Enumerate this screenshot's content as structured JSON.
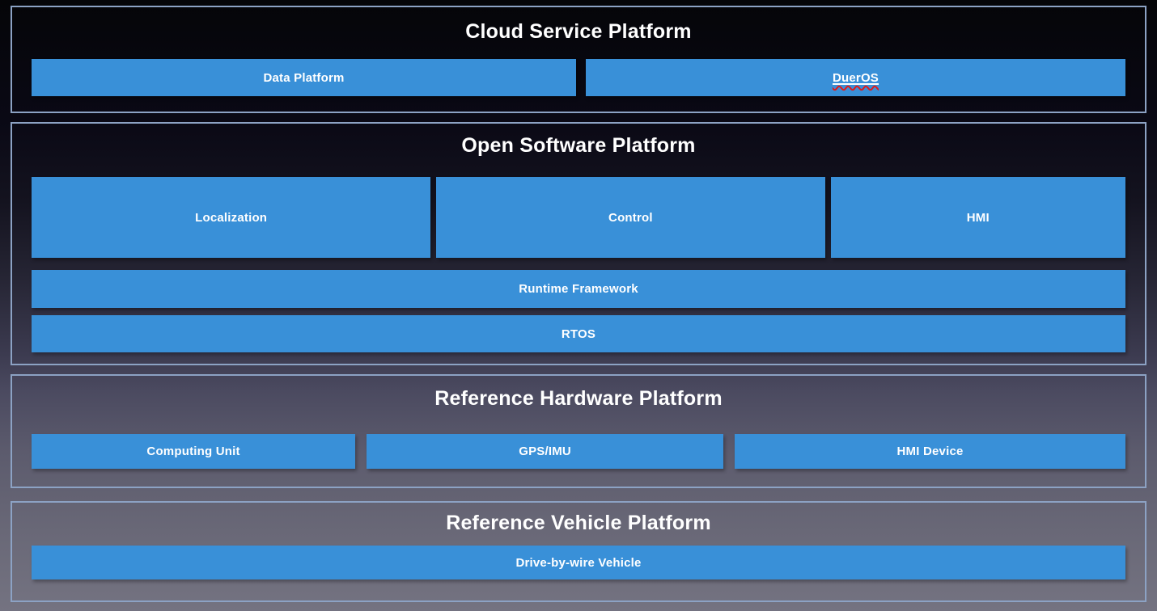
{
  "colors": {
    "box_blue": "#3990d8",
    "section_border": "#8ca2c4",
    "text_white": "#ffffff",
    "spellcheck_red": "#e01b1b"
  },
  "sections": {
    "cloud": {
      "title": "Cloud Service Platform",
      "boxes": {
        "data_platform": "Data Platform",
        "dueros": "DuerOS"
      }
    },
    "software": {
      "title": "Open Software Platform",
      "boxes": {
        "localization": "Localization",
        "control": "Control",
        "hmi": "HMI"
      },
      "bars": {
        "runtime": "Runtime Framework",
        "rtos": "RTOS"
      }
    },
    "hardware": {
      "title": "Reference Hardware Platform",
      "boxes": {
        "computing_unit": "Computing Unit",
        "gps_imu": "GPS/IMU",
        "hmi_device": "HMI Device"
      }
    },
    "vehicle": {
      "title": "Reference Vehicle Platform",
      "bars": {
        "drive_by_wire": "Drive-by-wire Vehicle"
      }
    }
  }
}
